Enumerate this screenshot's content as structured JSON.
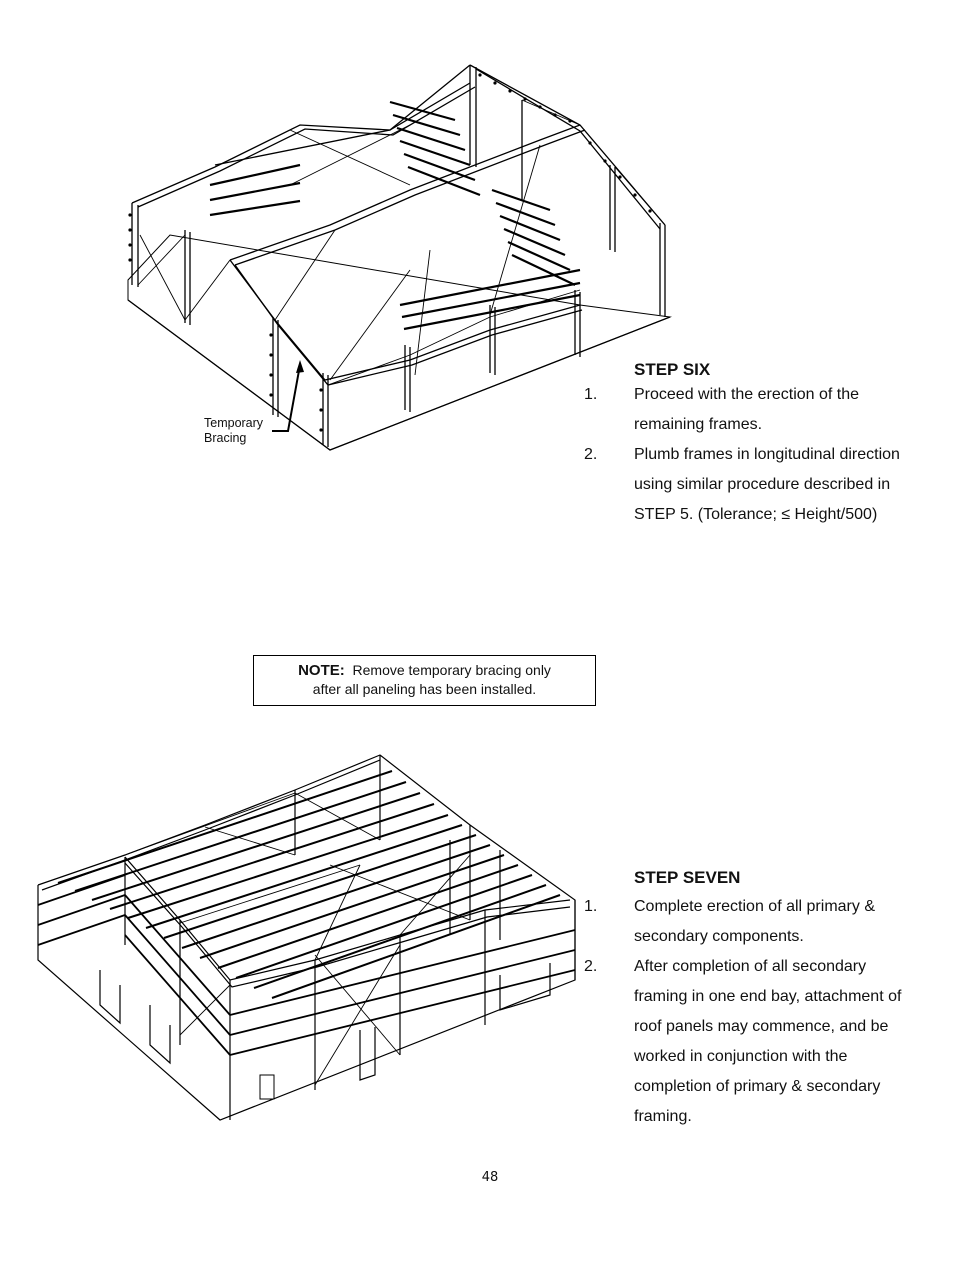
{
  "step_six": {
    "title": "STEP SIX",
    "items": [
      {
        "num": "1.",
        "text": "Proceed with the erection of the remaining frames."
      },
      {
        "num": "2.",
        "text": "Plumb frames in longitudinal direction using similar procedure described in STEP 5. (Tolerance; ≤ Height/500)"
      }
    ]
  },
  "figure_one": {
    "callout_line1": "Temporary",
    "callout_line2": "Bracing"
  },
  "note": {
    "label": "NOTE:",
    "line1": "Remove temporary bracing only",
    "line2": "after all paneling has been installed."
  },
  "step_seven": {
    "title": "STEP SEVEN",
    "items": [
      {
        "num": "1.",
        "text": "Complete erection of all primary & secondary components."
      },
      {
        "num": "2.",
        "text": "After completion of all secondary framing in one end bay, attachment of roof panels may commence, and be worked in conjunction with the completion of primary & secondary framing."
      }
    ]
  },
  "page_number": "48"
}
